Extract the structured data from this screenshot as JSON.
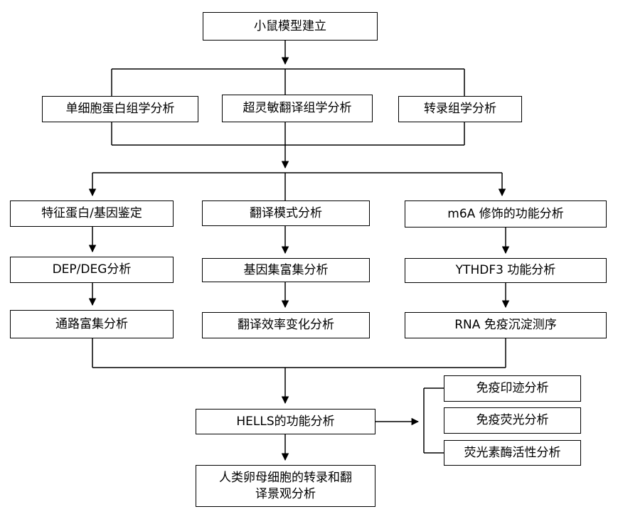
{
  "nodes": {
    "mouse_model": "小鼠模型建立",
    "single_cell_proteomics": "单细胞蛋白组学分析",
    "ultrasensitive_translatomics": "超灵敏翻译组学分析",
    "transcriptomics": "转录组学分析",
    "feature_identification": "特征蛋白/基因鉴定",
    "dep_deg": "DEP/DEG分析",
    "pathway_enrichment": "通路富集分析",
    "translation_pattern": "翻译模式分析",
    "gene_set_enrichment": "基因集富集分析",
    "translation_efficiency": "翻译效率变化分析",
    "m6a_function": "m6A 修饰的功能分析",
    "ythdf3_function": "YTHDF3 功能分析",
    "rip_seq": "RNA 免疫沉淀测序",
    "hells_function": "HELLS的功能分析",
    "western_blot": "免疫印迹分析",
    "immunofluorescence": "免疫荧光分析",
    "luciferase": "荧光素酶活性分析",
    "human_oocyte": "人类卵母细胞的转录和翻\n译景观分析"
  }
}
